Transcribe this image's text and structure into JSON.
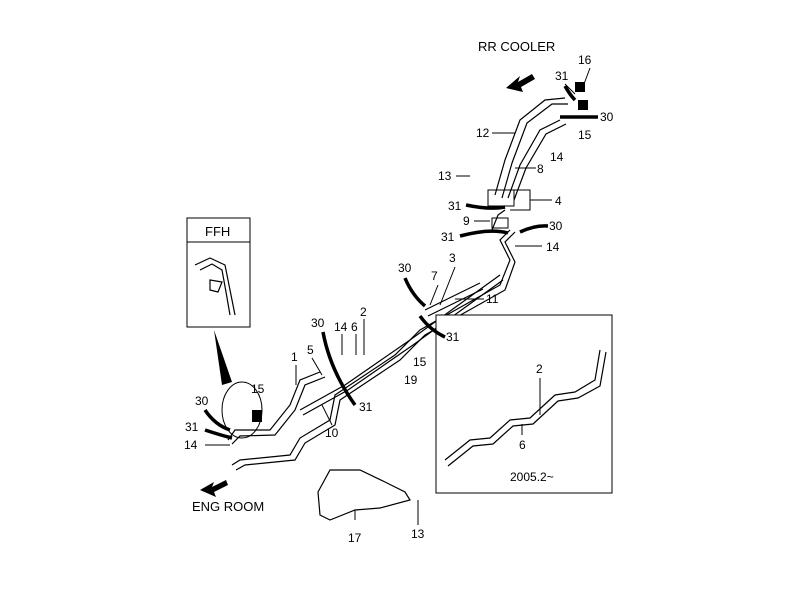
{
  "titles": {
    "rr_cooler": "RR COOLER",
    "eng_room": "ENG ROOM",
    "ffh": "FFH",
    "inset_date": "2005.2~"
  },
  "labels": [
    "16",
    "31",
    "30",
    "15",
    "12",
    "14",
    "8",
    "13",
    "4",
    "31",
    "9",
    "30",
    "31",
    "14",
    "3",
    "7",
    "30",
    "11",
    "31",
    "2",
    "14",
    "6",
    "15",
    "19",
    "30",
    "5",
    "1",
    "31",
    "10",
    "15",
    "30",
    "31",
    "14",
    "17",
    "13"
  ],
  "inset_labels": [
    "2",
    "6"
  ]
}
